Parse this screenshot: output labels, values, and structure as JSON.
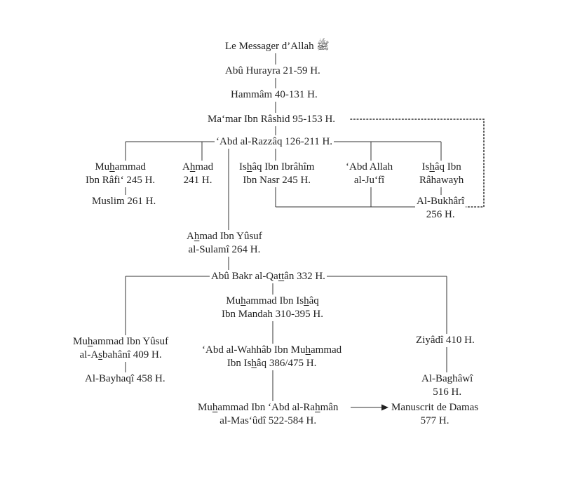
{
  "nodes": {
    "messager": {
      "l1": "Le Messager d’Allah ﷺ"
    },
    "abu_hurayra": {
      "l1": "Abû Hurayra 21-59 H."
    },
    "hammam": {
      "l1": "Hammâm 40-131 H."
    },
    "mamar": {
      "l1": "Ma‘mar Ibn Râshid 95-153 H."
    },
    "abd_razzaq": {
      "l1": "‘Abd al-Razzâq 126-211 H."
    },
    "muhammad_rafi": {
      "l1_a": "Mu",
      "l1_u": "h",
      "l1_b": "ammad",
      "l2": "Ibn Râfi‘ 245 H."
    },
    "ahmad_241": {
      "l1_a": "A",
      "l1_u": "h",
      "l1_b": "mad",
      "l2": "241 H."
    },
    "ishaq_ibrahim": {
      "l1_a": "Is",
      "l1_u": "h",
      "l1_b": "âq Ibn Ibrâhîm",
      "l2": "Ibn Nasr 245 H."
    },
    "abd_allah_jufi": {
      "l1": "‘Abd Allah",
      "l2": "al-Ju‘fî"
    },
    "ishaq_rahawayh": {
      "l1_a": "Is",
      "l1_u": "h",
      "l1_b": "âq Ibn",
      "l2": "Râhawayh"
    },
    "muslim": {
      "l1": "Muslim 261 H."
    },
    "bukhari": {
      "l1": "Al-Bukhârî",
      "l2": "256 H."
    },
    "ahmad_yusuf": {
      "l1_a": "A",
      "l1_u": "h",
      "l1_b": "mad Ibn Yûsuf",
      "l2": "al-Sulamî 264 H."
    },
    "abu_bakr": {
      "l1_a": "Abû Bakr al-Qa",
      "l1_u": "tt",
      "l1_b": "ân 332 H."
    },
    "muhammad_mandah": {
      "l1_a": "Mu",
      "l1_u": "h",
      "l1_b": "ammad Ibn Is",
      "l1_u2": "h",
      "l1_c": "âq",
      "l2": "Ibn Mandah 310-395 H."
    },
    "muhammad_asbahani": {
      "l1_a": "Mu",
      "l1_u": "h",
      "l1_b": "ammad Ibn Yûsuf",
      "l2_a": "al-A",
      "l2_u": "s",
      "l2_b": "bahânî 409 H."
    },
    "ziyadi": {
      "l1": "Ziyâdî 410 H."
    },
    "abd_wahhab": {
      "l1_a": "‘Abd al-Wahhâb Ibn Mu",
      "l1_u": "h",
      "l1_b": "ammad",
      "l2_a": "Ibn Is",
      "l2_u": "h",
      "l2_b": "âq 386/475 H."
    },
    "bayhaqi": {
      "l1": "Al-Bayhaqî 458 H."
    },
    "baghawi": {
      "l1": "Al-Baghâwî",
      "l2": "516 H."
    },
    "muhammad_masudi": {
      "l1_a": "Mu",
      "l1_u": "h",
      "l1_b": "ammad Ibn ‘Abd al-Ra",
      "l1_u2": "h",
      "l1_c": "mân",
      "l2": "al-Mas‘ûdî 522-584 H."
    },
    "manuscrit": {
      "l1": "Manuscrit de Damas",
      "l2": "577 H."
    }
  }
}
